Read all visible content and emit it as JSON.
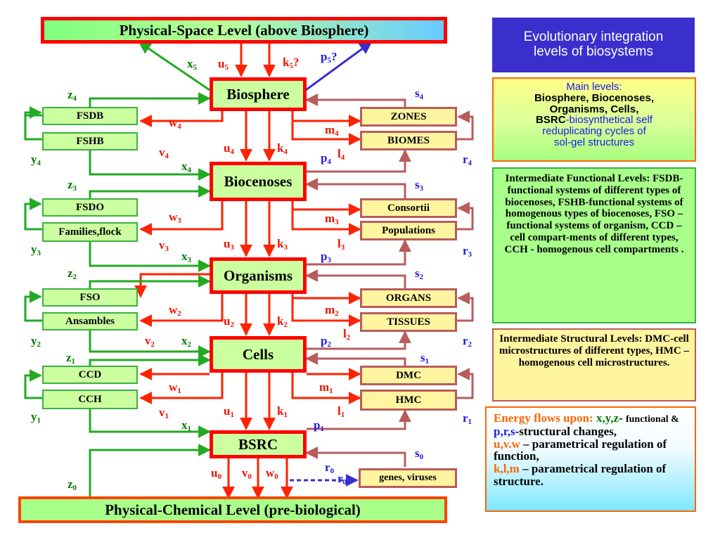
{
  "levels": {
    "top": "Physical-Space Level (above Biosphere)",
    "biosphere": "Biosphere",
    "biocenoses": "Biocenoses",
    "organisms": "Organisms",
    "cells": "Cells",
    "bsrc": "BSRC",
    "bottom": "Physical-Chemical  Level (pre-biological)"
  },
  "functional_boxes": {
    "fsdb": "FSDB",
    "fshb": "FSHB",
    "fsdo": "FSDO",
    "families": "Families,flock",
    "fso": "FSO",
    "ansambles": "Ansambles",
    "ccd": "CCD",
    "cch": "CCH"
  },
  "structural_boxes": {
    "zones": "ZONES",
    "biomes": "BIOMES",
    "consortii": "Consortii",
    "populations": "Populations",
    "organs": "ORGANS",
    "tissues": "TISSUES",
    "dmc": "DMC",
    "hmc": "HMC",
    "genes": "genes, viruses"
  },
  "labels": {
    "x5": {
      "b": "x",
      "s": "5",
      "t": ""
    },
    "u5": {
      "b": "u",
      "s": "5",
      "t": ""
    },
    "k5": {
      "b": "k",
      "s": "5",
      "t": "?"
    },
    "p5": {
      "b": "p",
      "s": "5",
      "t": "?"
    },
    "z4": {
      "b": "z",
      "s": "4",
      "t": ""
    },
    "w4": {
      "b": "w",
      "s": "4",
      "t": ""
    },
    "s4": {
      "b": "s",
      "s": "4",
      "t": ""
    },
    "m4": {
      "b": "m",
      "s": "4",
      "t": ""
    },
    "v4": {
      "b": "v",
      "s": "4",
      "t": ""
    },
    "u4": {
      "b": "u",
      "s": "4",
      "t": ""
    },
    "k4": {
      "b": "k",
      "s": "4",
      "t": ""
    },
    "y4": {
      "b": "y",
      "s": "4",
      "t": ""
    },
    "x4": {
      "b": "x",
      "s": "4",
      "t": ""
    },
    "p4": {
      "b": "p",
      "s": "4",
      "t": ""
    },
    "l4": {
      "b": "l",
      "s": "4",
      "t": ""
    },
    "r4": {
      "b": "r",
      "s": "4",
      "t": ""
    },
    "z3": {
      "b": "z",
      "s": "3",
      "t": ""
    },
    "s3": {
      "b": "s",
      "s": "3",
      "t": ""
    },
    "w3": {
      "b": "w",
      "s": "3",
      "t": ""
    },
    "m3": {
      "b": "m",
      "s": "3",
      "t": ""
    },
    "v3": {
      "b": "v",
      "s": "3",
      "t": ""
    },
    "u3": {
      "b": "u",
      "s": "3",
      "t": ""
    },
    "k3": {
      "b": "k",
      "s": "3",
      "t": ""
    },
    "l3": {
      "b": "l",
      "s": "3",
      "t": ""
    },
    "y3": {
      "b": "y",
      "s": "3",
      "t": ""
    },
    "x3": {
      "b": "x",
      "s": "3",
      "t": ""
    },
    "p3": {
      "b": "p",
      "s": "3",
      "t": ""
    },
    "r3": {
      "b": "r",
      "s": "3",
      "t": ""
    },
    "z2": {
      "b": "z",
      "s": "2",
      "t": ""
    },
    "s2": {
      "b": "s",
      "s": "2",
      "t": ""
    },
    "w2": {
      "b": "w",
      "s": "2",
      "t": ""
    },
    "m2": {
      "b": "m",
      "s": "2",
      "t": ""
    },
    "u2": {
      "b": "u",
      "s": "2",
      "t": ""
    },
    "k2": {
      "b": "k",
      "s": "2",
      "t": ""
    },
    "l2": {
      "b": "l",
      "s": "2",
      "t": ""
    },
    "y2": {
      "b": "y",
      "s": "2",
      "t": ""
    },
    "v2": {
      "b": "v",
      "s": "2",
      "t": ""
    },
    "x2": {
      "b": "x",
      "s": "2",
      "t": ""
    },
    "p2": {
      "b": "p",
      "s": "2",
      "t": ""
    },
    "r2": {
      "b": "r",
      "s": "2",
      "t": ""
    },
    "z1": {
      "b": "z",
      "s": "1",
      "t": ""
    },
    "s1": {
      "b": "s",
      "s": "1",
      "t": ""
    },
    "w1": {
      "b": "w",
      "s": "1",
      "t": ""
    },
    "m1": {
      "b": "m",
      "s": "1",
      "t": ""
    },
    "v1": {
      "b": "v",
      "s": "1",
      "t": ""
    },
    "u1": {
      "b": "u",
      "s": "1",
      "t": ""
    },
    "k1": {
      "b": "k",
      "s": "1",
      "t": ""
    },
    "l1": {
      "b": "l",
      "s": "1",
      "t": ""
    },
    "y1": {
      "b": "y",
      "s": "1",
      "t": ""
    },
    "x1": {
      "b": "x",
      "s": "1",
      "t": ""
    },
    "p1": {
      "b": "p",
      "s": "1",
      "t": ""
    },
    "r1": {
      "b": "r",
      "s": "1",
      "t": ""
    },
    "s0": {
      "b": "s",
      "s": "0",
      "t": ""
    },
    "r0": {
      "b": "r",
      "s": "0",
      "t": ""
    },
    "r0b": {
      "b": "r",
      "s": "0",
      "t": ""
    },
    "u0": {
      "b": "u",
      "s": "0",
      "t": ""
    },
    "v0": {
      "b": "v",
      "s": "0",
      "t": ""
    },
    "w0": {
      "b": "w",
      "s": "0",
      "t": ""
    },
    "z0": {
      "b": "z",
      "s": "0",
      "t": ""
    }
  },
  "sidebar": {
    "title_line1": "Evolutionary integration",
    "title_line2": "levels of biosystems",
    "main_heading": "Main levels:",
    "main_line1": "Biosphere, Biocenoses,",
    "main_line2": "Organisms, Cells,",
    "main_bsrc": "BSRC",
    "main_line3a": "-biosynthetical self",
    "main_line4": "reduplicating cycles of",
    "main_line5": "sol-gel structures",
    "functional_text": "Intermediate Functional Levels: FSDB-functional systems of different types of biocenoses, FSHB-functional systems of homogenous types of biocenoses, FSO – functional systems of organism, CCD – cell compart-ments of different types, CCH - homogenous cell compartments  .",
    "structural_text": "Intermediate Structural Levels: DMC-cell microstructures of different types, HMC –homogenous cell microstructures.",
    "energy_prefix": "Energy flows upon:",
    "energy_xyz": "x,y,z",
    "energy_dash": "-",
    "energy_functional": "functional &",
    "energy_prs": "p,r,s",
    "energy_structural": "-structural changes,",
    "energy_uvw": "u,v.w",
    "energy_uvw_text": "– parametrical regulation of function,",
    "energy_klm": "k,l,m",
    "energy_klm_text": "– parametrical regulation of structure."
  },
  "colors": {
    "level_border": "#ff0000",
    "functional_arrow": "#22aa22",
    "regulation_arrow": "#ff2200",
    "structural_arrow": "#b85c5c",
    "space_arrow": "#3a2fcc",
    "title_bg": "#3a2fcc"
  }
}
